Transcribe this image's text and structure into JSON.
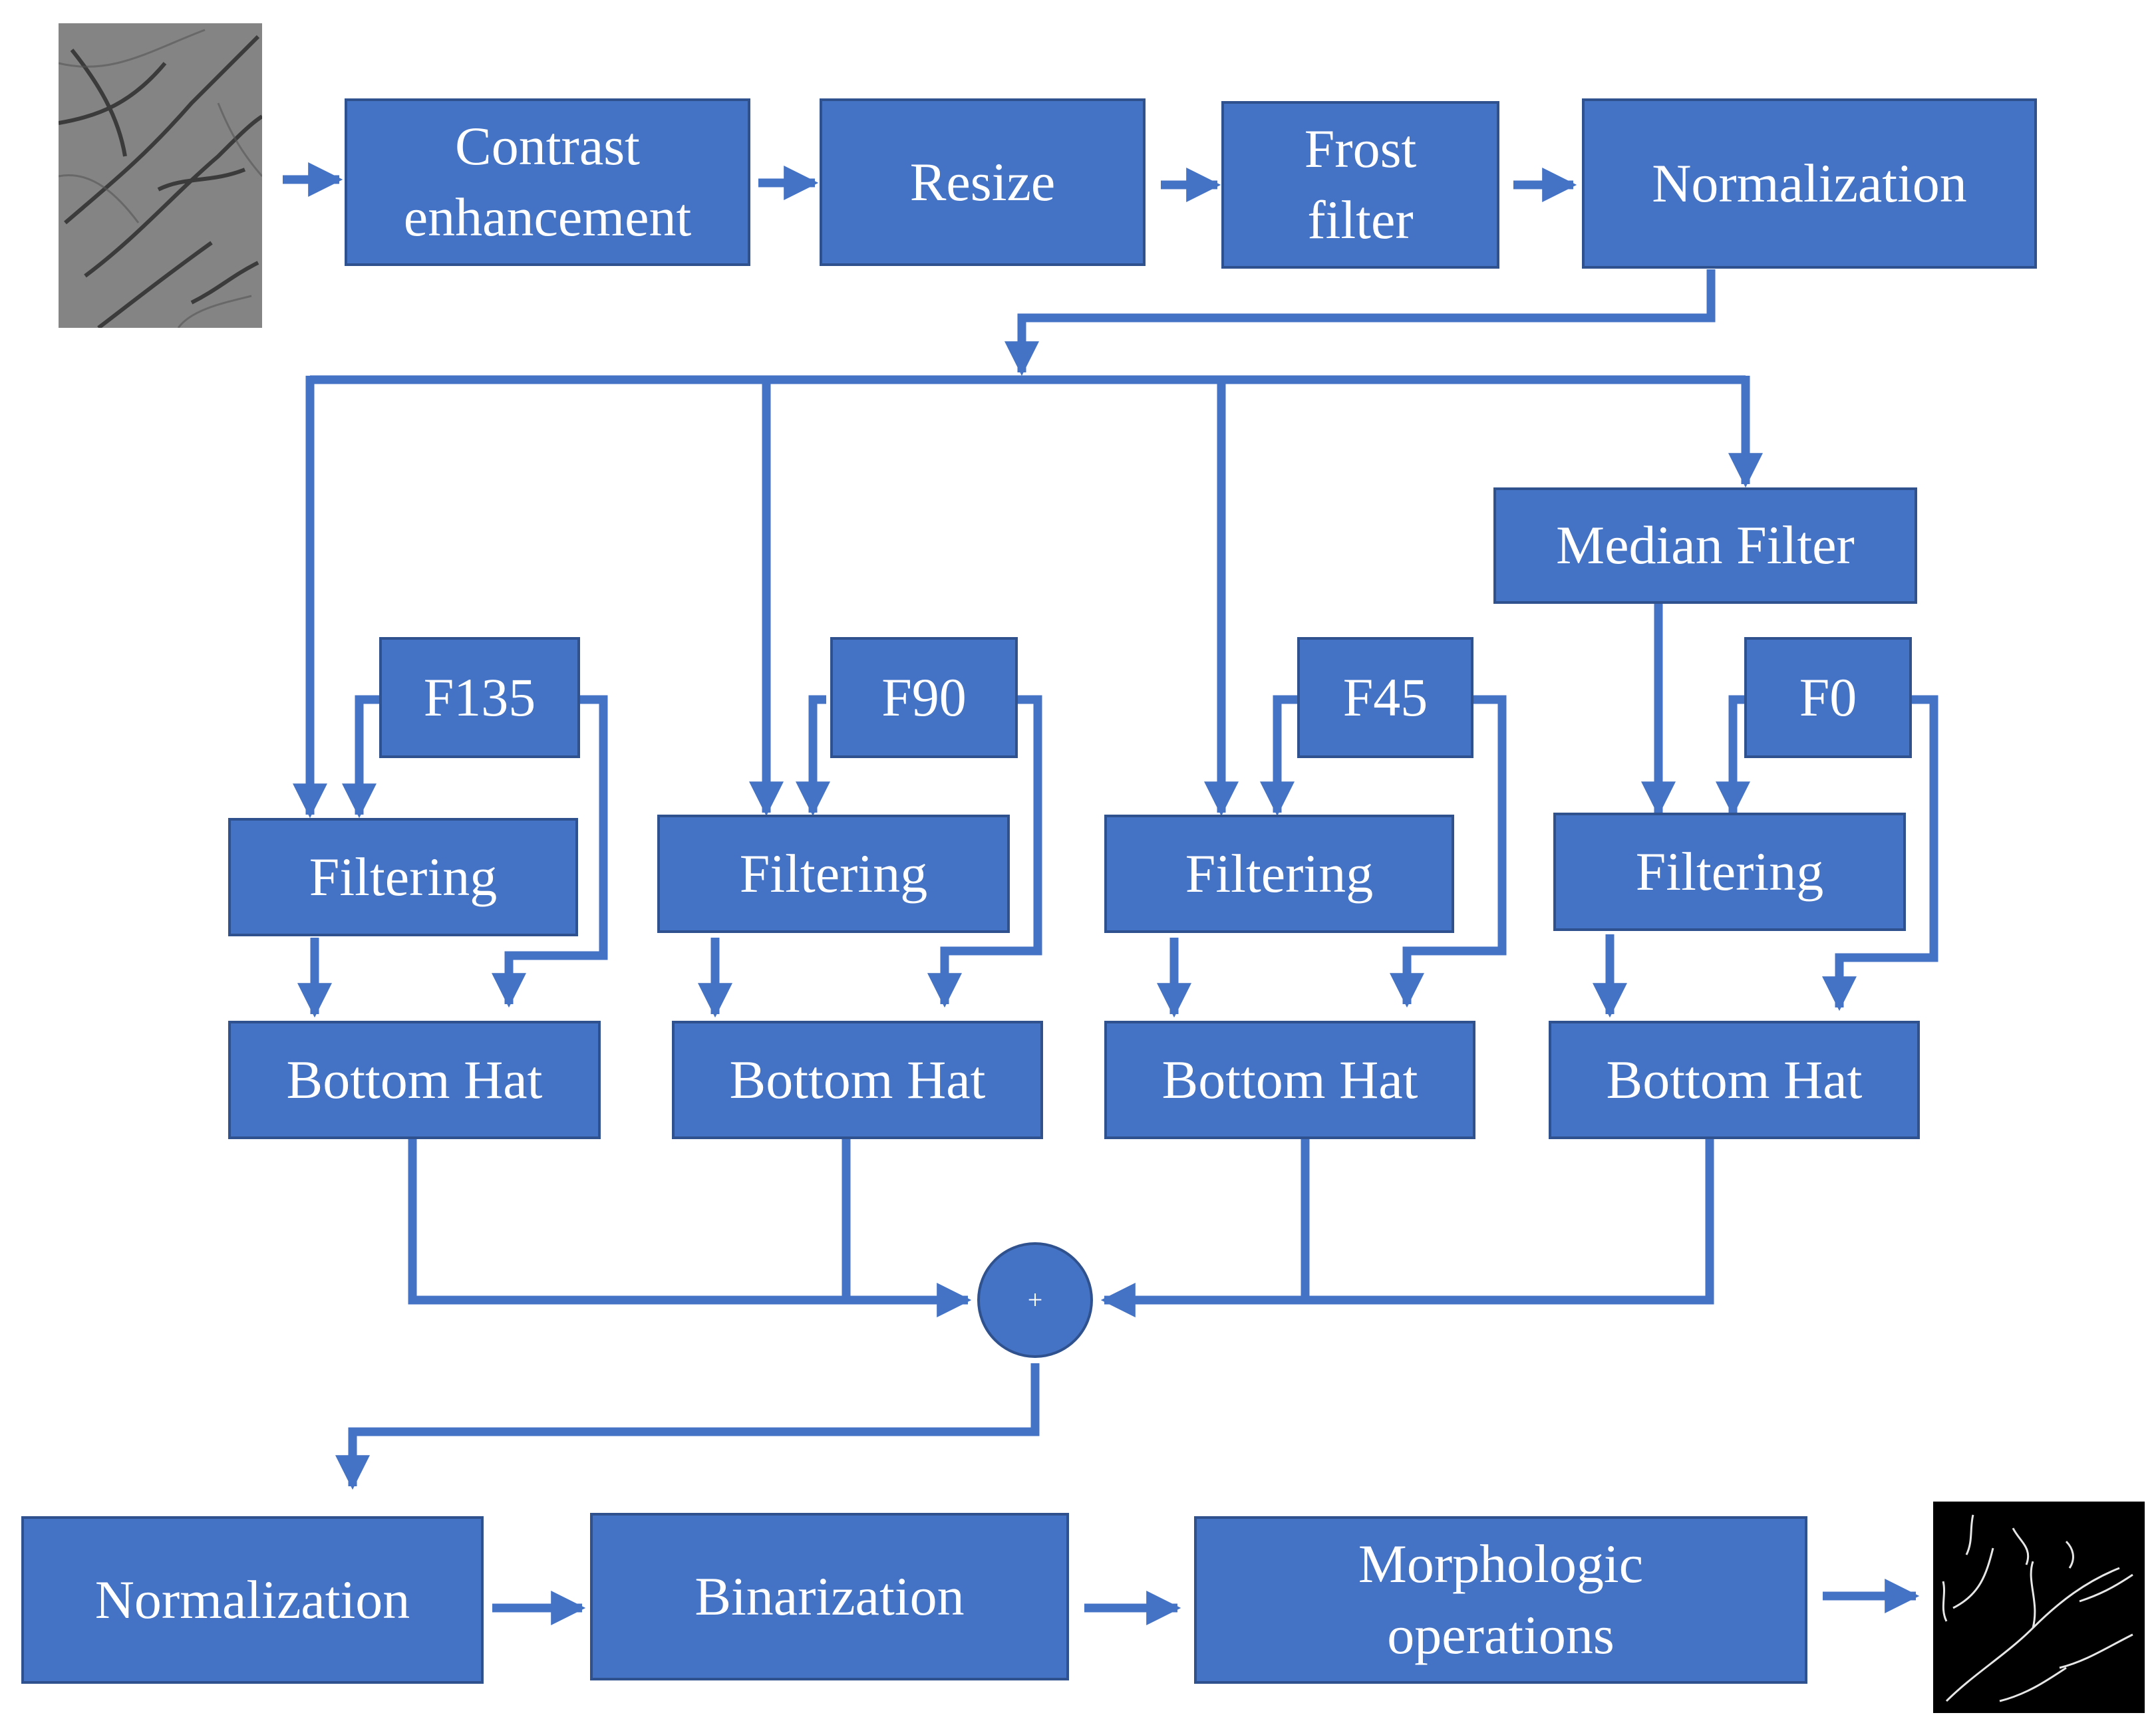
{
  "steps": {
    "contrast": "Contrast\nenhancement",
    "resize": "Resize",
    "frost": "Frost\nfilter",
    "normalization_top": "Normalization",
    "median": "Median  Filter",
    "f135": "F135",
    "f90": "F90",
    "f45": "F45",
    "f0": "F0",
    "filtering_1": "Filtering",
    "filtering_2": "Filtering",
    "filtering_3": "Filtering",
    "filtering_4": "Filtering",
    "bottomhat_1": "Bottom  Hat",
    "bottomhat_2": "Bottom  Hat",
    "bottomhat_3": "Bottom  Hat",
    "bottomhat_4": "Bottom  Hat",
    "sum": "+",
    "normalization_bottom": "Normalization",
    "binarization": "Binarization",
    "morphologic": "Morphologic\noperations"
  },
  "colors": {
    "box_fill": "#4472c4",
    "box_border": "#2f528f",
    "wire": "#4472c4"
  },
  "images": {
    "input": "palm-vein-grayscale-input",
    "output": "binary-vein-pattern-output"
  }
}
